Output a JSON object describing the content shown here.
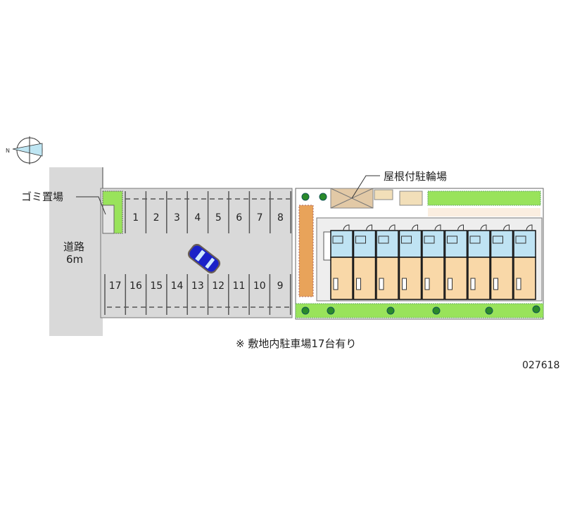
{
  "labels": {
    "garbage": "ゴミ置場",
    "road": "道路",
    "road_width": "6m",
    "bicycle": "屋根付駐輪場",
    "note": "※ 敷地内駐車場17台有り",
    "code": "027618"
  },
  "parking": {
    "top_row": [
      "1",
      "2",
      "3",
      "4",
      "5",
      "6",
      "7",
      "8"
    ],
    "bottom_row": [
      "17",
      "16",
      "15",
      "14",
      "13",
      "12",
      "11",
      "10",
      "9"
    ]
  },
  "colors": {
    "pavement": "#d9d9d9",
    "green": "#99e35b",
    "car": "#1a22c8",
    "unit_front": "#bfe3f3",
    "unit_room": "#f9d8a8",
    "bike_roof": "#e2c9a6"
  },
  "building": {
    "unit_count": 9
  }
}
